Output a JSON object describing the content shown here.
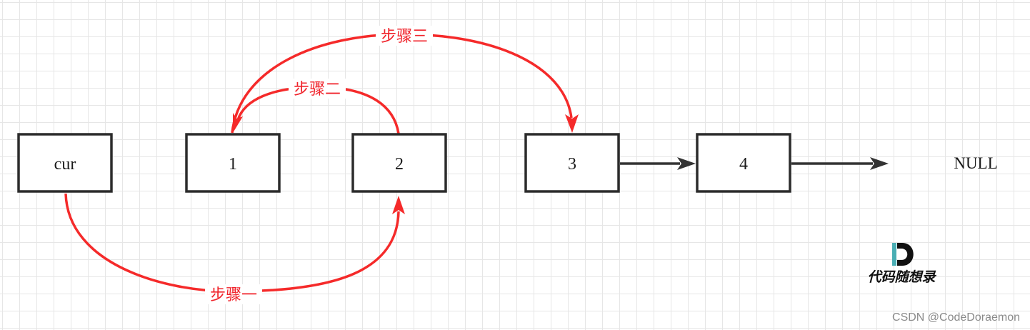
{
  "diagram": {
    "nodes": [
      {
        "id": "cur",
        "label": "cur"
      },
      {
        "id": "n1",
        "label": "1"
      },
      {
        "id": "n2",
        "label": "2"
      },
      {
        "id": "n3",
        "label": "3"
      },
      {
        "id": "n4",
        "label": "4"
      }
    ],
    "null_label": "NULL",
    "steps": {
      "one": "步骤一",
      "two": "步骤二",
      "three": "步骤三"
    },
    "colors": {
      "step_arrow": "#f52a2a",
      "step_text": "#f0222a",
      "node_border": "#2b2b2b",
      "pointer_arrow": "#333333",
      "grid": "#e6e6e6"
    }
  },
  "logo": {
    "text": "代码随想录",
    "icon": "D-logo-icon",
    "accent_color": "#4aaeb4"
  },
  "watermark": "CSDN @CodeDoraemon"
}
